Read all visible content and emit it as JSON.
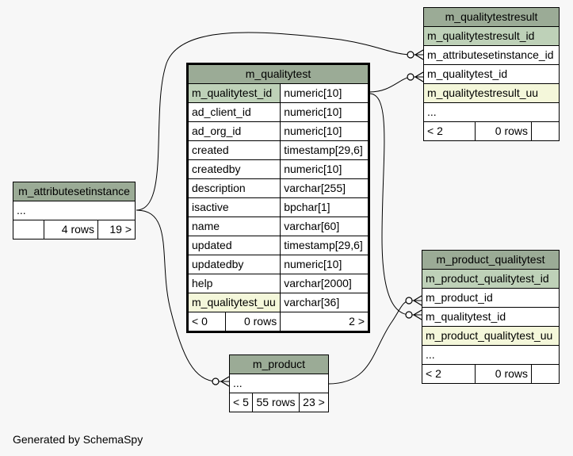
{
  "tables": {
    "m_qualitytest": {
      "name": "m_qualitytest",
      "columns": [
        {
          "name": "m_qualitytest_id",
          "type": "numeric[10]"
        },
        {
          "name": "ad_client_id",
          "type": "numeric[10]"
        },
        {
          "name": "ad_org_id",
          "type": "numeric[10]"
        },
        {
          "name": "created",
          "type": "timestamp[29,6]"
        },
        {
          "name": "createdby",
          "type": "numeric[10]"
        },
        {
          "name": "description",
          "type": "varchar[255]"
        },
        {
          "name": "isactive",
          "type": "bpchar[1]"
        },
        {
          "name": "name",
          "type": "varchar[60]"
        },
        {
          "name": "updated",
          "type": "timestamp[29,6]"
        },
        {
          "name": "updatedby",
          "type": "numeric[10]"
        },
        {
          "name": "help",
          "type": "varchar[2000]"
        },
        {
          "name": "m_qualitytest_uu",
          "type": "varchar[36]"
        }
      ],
      "footer": {
        "parents": "< 0",
        "rows": "0 rows",
        "children": "2 >"
      }
    },
    "m_qualitytestresult": {
      "name": "m_qualitytestresult",
      "columns": [
        "m_qualitytestresult_id",
        "m_attributesetinstance_id",
        "m_qualitytest_id",
        "m_qualitytestresult_uu",
        "..."
      ],
      "footer": {
        "parents": "< 2",
        "rows": "0 rows",
        "children": ""
      }
    },
    "m_attributesetinstance": {
      "name": "m_attributesetinstance",
      "columns": [
        "..."
      ],
      "footer": {
        "parents": "",
        "rows": "4 rows",
        "children": "19 >"
      }
    },
    "m_product_qualitytest": {
      "name": "m_product_qualitytest",
      "columns": [
        "m_product_qualitytest_id",
        "m_product_id",
        "m_qualitytest_id",
        "m_product_qualitytest_uu",
        "..."
      ],
      "footer": {
        "parents": "< 2",
        "rows": "0 rows",
        "children": ""
      }
    },
    "m_product": {
      "name": "m_product",
      "columns": [
        "..."
      ],
      "footer": {
        "parents": "< 5",
        "rows": "55 rows",
        "children": "23 >"
      }
    }
  },
  "footer_text": "Generated by SchemaSpy",
  "colors": {
    "header": "#9bab96",
    "primary_key": "#bed1b8",
    "uuid_column": "#f4f7da",
    "background": "#f7f7f7"
  }
}
